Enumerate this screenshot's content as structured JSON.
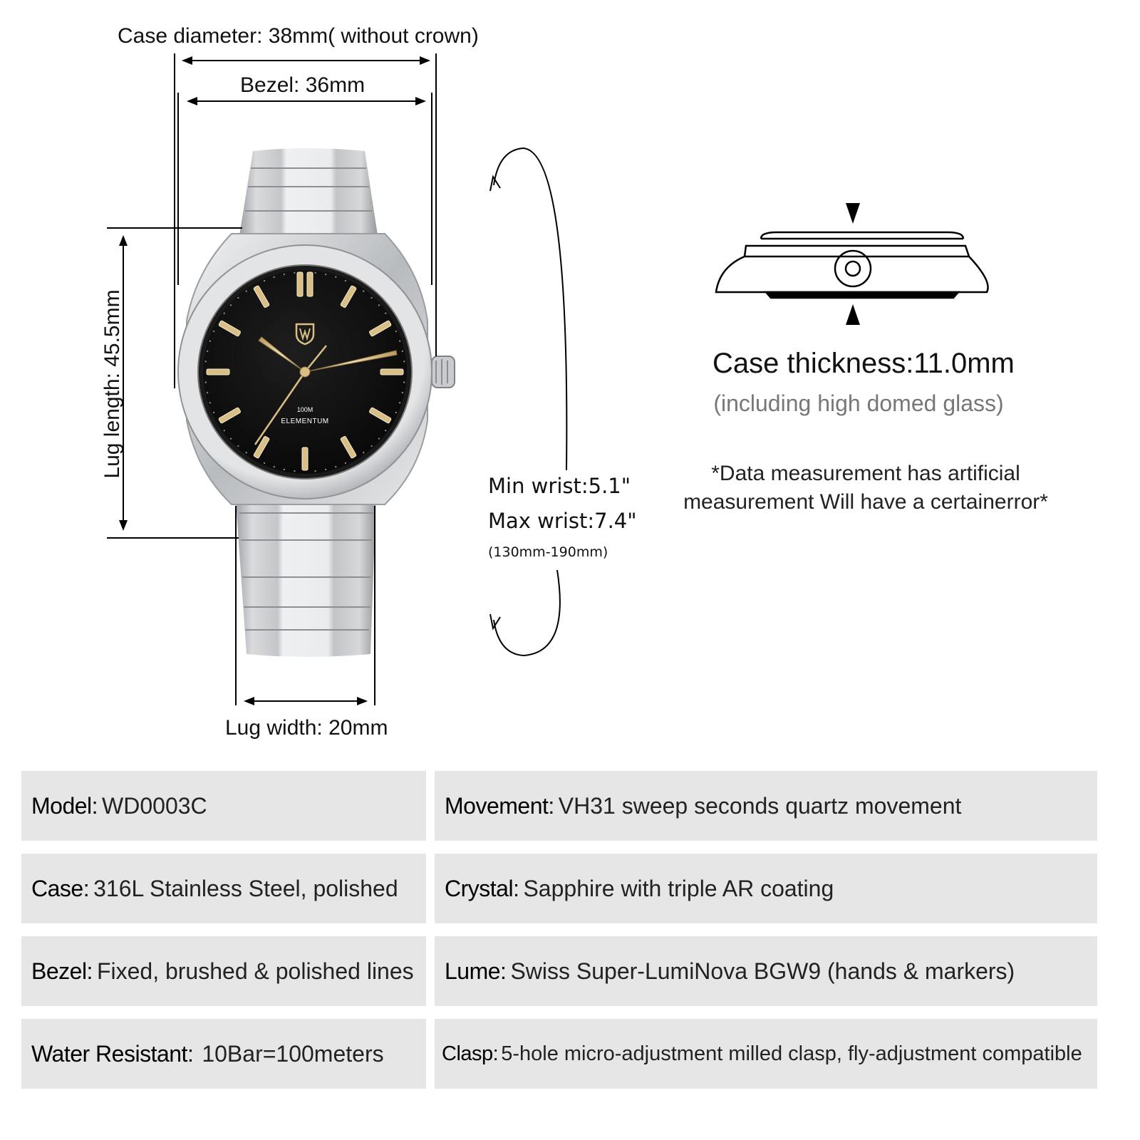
{
  "dimensions": {
    "case_diameter": "Case diameter: 38mm( without crown)",
    "bezel": "Bezel: 36mm",
    "lug_length": "Lug length: 45.5mm",
    "lug_width": "Lug width: 20mm"
  },
  "dial": {
    "depth_rating": "100M",
    "brand": "ELEMENTUM"
  },
  "wrist": {
    "min": "Min wrist:5.1\"",
    "max": "Max wrist:7.4\"",
    "range": "(130mm-190mm)"
  },
  "thickness": {
    "title": "Case thickness:11.0mm",
    "subtitle": "(including high domed glass)"
  },
  "disclaimer": {
    "line1": "*Data measurement has artificial",
    "line2": "measurement Will have a certainerror*"
  },
  "specs": [
    {
      "label": "Model:",
      "value": "WD0003C"
    },
    {
      "label": "Movement:",
      "value": "VH31 sweep seconds quartz movement"
    },
    {
      "label": "Case:",
      "value": "316L Stainless Steel, polished"
    },
    {
      "label": "Crystal:",
      "value": "Sapphire with triple AR coating"
    },
    {
      "label": "Bezel:",
      "value": "Fixed, brushed & polished lines"
    },
    {
      "label": "Lume:",
      "value": "Swiss Super-LumiNova BGW9 (hands & markers)"
    },
    {
      "label": "Water Resistant:",
      "value": "10Bar=100meters"
    },
    {
      "label": "Clasp:",
      "value": "5-hole micro-adjustment milled clasp, fly-adjustment compatible"
    }
  ],
  "colors": {
    "steel_light": "#e2e4e6",
    "steel_mid": "#b9bcbf",
    "steel_dark": "#8a8d91",
    "dial": "#0d0d0d",
    "gold": "#d9bf86",
    "spec_bg": "#e6e6e6"
  }
}
